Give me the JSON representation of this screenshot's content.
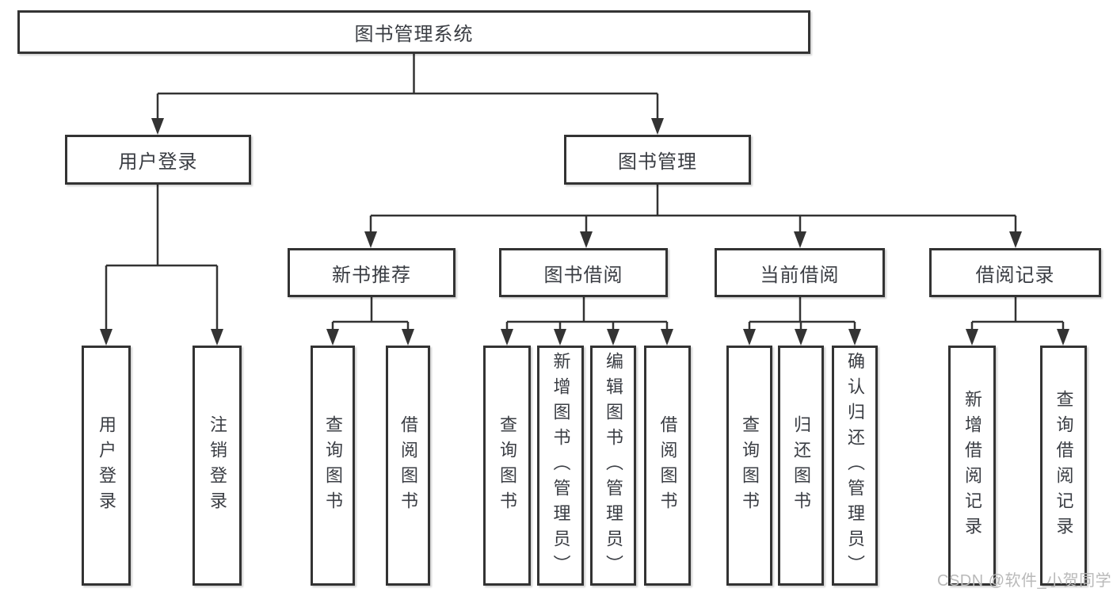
{
  "diagram": {
    "root": {
      "label": "图书管理系统"
    },
    "branches": [
      {
        "label": "用户登录",
        "children": [
          {
            "label": "用户登录"
          },
          {
            "label": "注销登录"
          }
        ]
      },
      {
        "label": "图书管理",
        "children": [
          {
            "label": "新书推荐",
            "children": [
              {
                "label": "查询图书"
              },
              {
                "label": "借阅图书"
              }
            ]
          },
          {
            "label": "图书借阅",
            "children": [
              {
                "label": "查询图书"
              },
              {
                "label": "新增图书（管理员）"
              },
              {
                "label": "编辑图书（管理员）"
              },
              {
                "label": "借阅图书"
              }
            ]
          },
          {
            "label": "当前借阅",
            "children": [
              {
                "label": "查询图书"
              },
              {
                "label": "归还图书"
              },
              {
                "label": "确认归还（管理员）"
              }
            ]
          },
          {
            "label": "借阅记录",
            "children": [
              {
                "label": "新增借阅记录"
              },
              {
                "label": "查询借阅记录"
              }
            ]
          }
        ]
      }
    ]
  },
  "watermark": {
    "text": "CSDN @软件_小贺同学",
    "color": "#b9b9b9"
  },
  "colors": {
    "line": "#333333",
    "box_border": "#333333",
    "text": "#3a3d43",
    "background": "#ffffff"
  }
}
